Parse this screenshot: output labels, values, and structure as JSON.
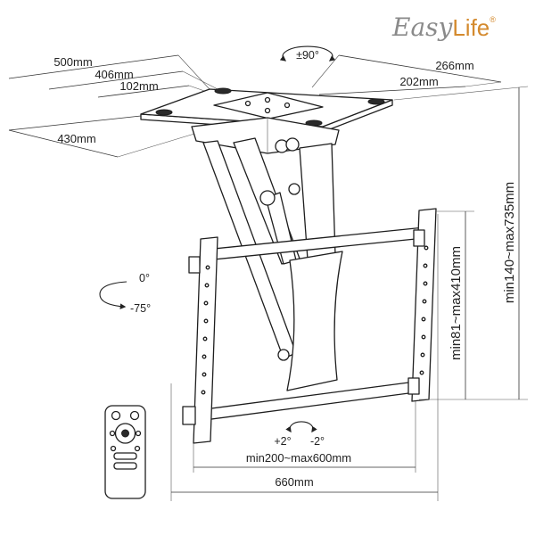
{
  "brand": {
    "easy": "Easy",
    "life": "Life",
    "reg": "®",
    "color_easy": "#8a8a8a",
    "color_life": "#d48a2e"
  },
  "dimensions": {
    "d500": "500mm",
    "d406": "406mm",
    "d102": "102mm",
    "d430": "430mm",
    "d266": "266mm",
    "d202": "202mm",
    "height_range": "min140~max735mm",
    "vertical_range": "min81~max410mm",
    "horizontal_range": "min200~max600mm",
    "d660": "660mm"
  },
  "angles": {
    "rotation": "±90°",
    "tilt_start": "0°",
    "tilt_end": "-75°",
    "swivel_plus": "+2°",
    "swivel_minus": "-2°"
  },
  "icons": {
    "rotation": "rotate-arrow-icon",
    "tilt": "tilt-arrow-icon",
    "swivel": "swivel-arrow-icon",
    "remote": "remote-control-icon"
  }
}
